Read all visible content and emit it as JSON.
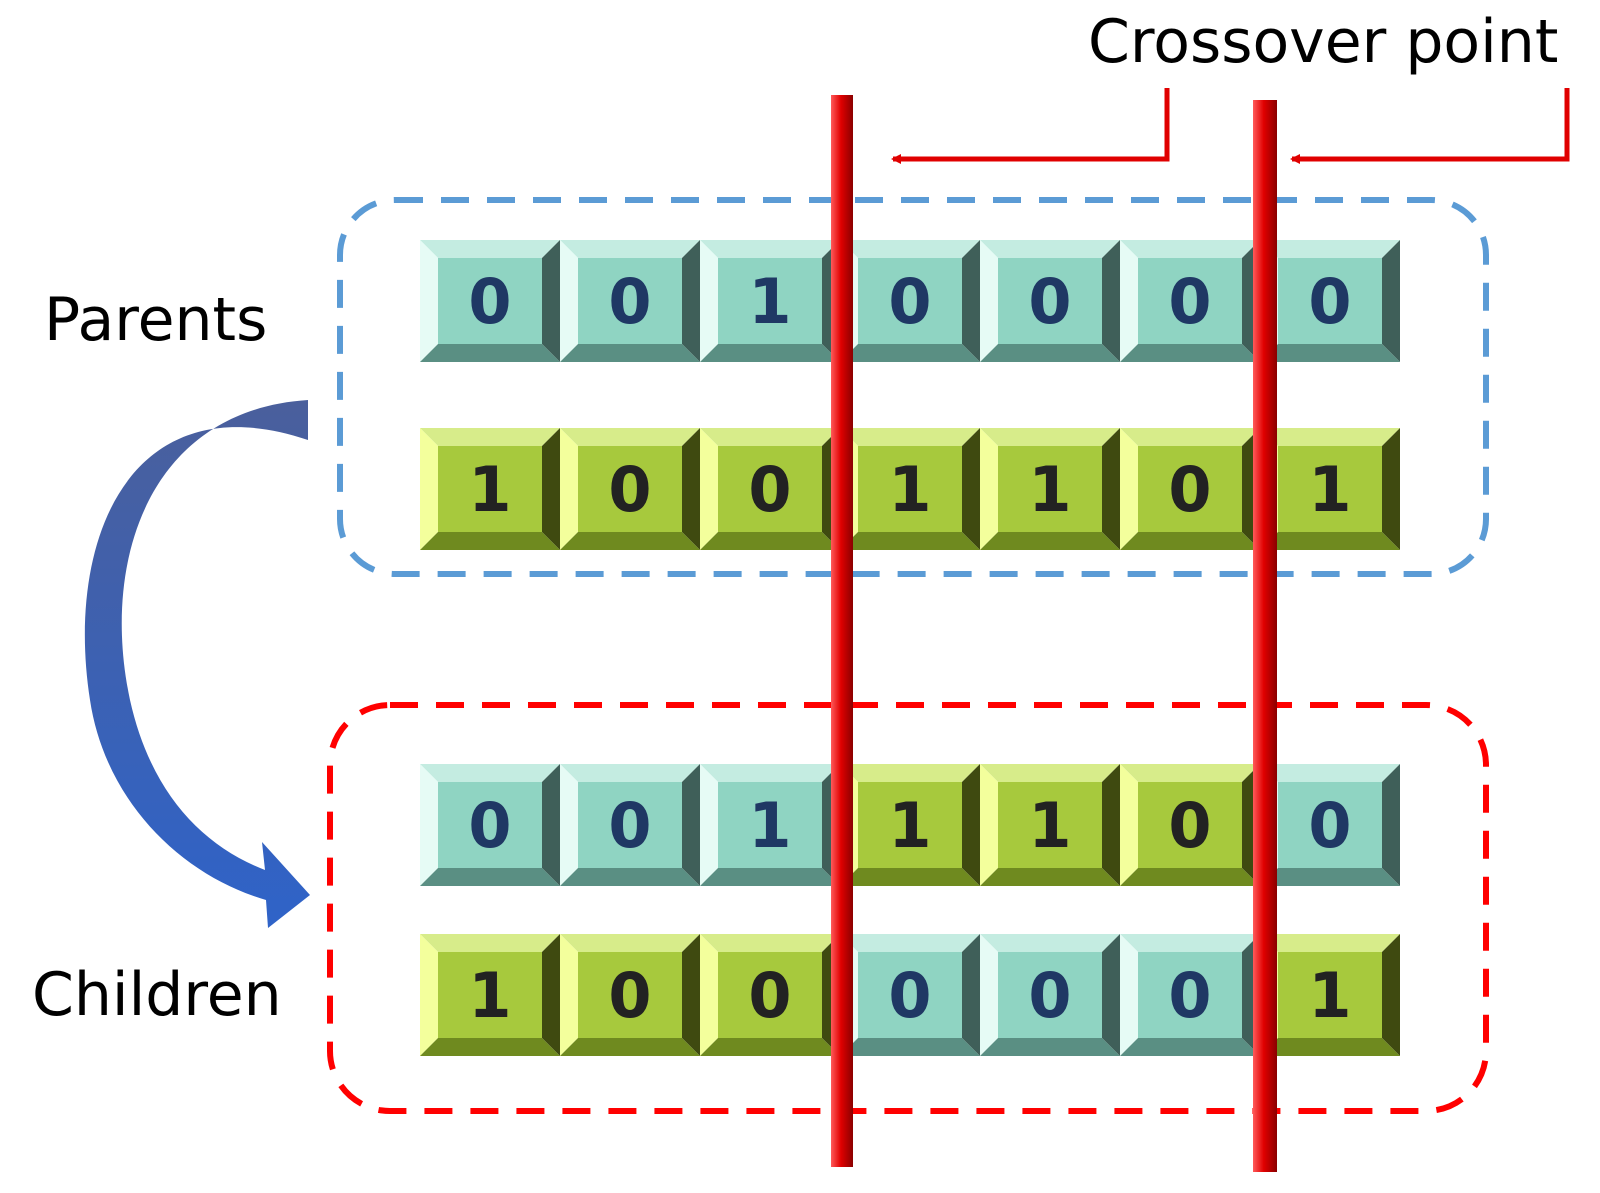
{
  "labels": {
    "crossover": "Crossover point",
    "parents": "Parents",
    "children": "Children"
  },
  "colors": {
    "teal": "#8fd4c2",
    "lime": "#a7c93d",
    "crossover_line": "#e00000",
    "parents_box": "#5b9bd5",
    "children_box": "#ff0000",
    "arrow": "#3f66b8",
    "digit_blue": "#1f3864",
    "digit_dark": "#222222"
  },
  "rows": [
    {
      "group": "parents",
      "genes": [
        {
          "v": "0",
          "c": "teal"
        },
        {
          "v": "0",
          "c": "teal"
        },
        {
          "v": "1",
          "c": "teal"
        },
        {
          "v": "0",
          "c": "teal"
        },
        {
          "v": "0",
          "c": "teal"
        },
        {
          "v": "0",
          "c": "teal"
        },
        {
          "v": "0",
          "c": "teal"
        }
      ]
    },
    {
      "group": "parents",
      "genes": [
        {
          "v": "1",
          "c": "lime"
        },
        {
          "v": "0",
          "c": "lime"
        },
        {
          "v": "0",
          "c": "lime"
        },
        {
          "v": "1",
          "c": "lime"
        },
        {
          "v": "1",
          "c": "lime"
        },
        {
          "v": "0",
          "c": "lime"
        },
        {
          "v": "1",
          "c": "lime"
        }
      ]
    },
    {
      "group": "children",
      "genes": [
        {
          "v": "0",
          "c": "teal"
        },
        {
          "v": "0",
          "c": "teal"
        },
        {
          "v": "1",
          "c": "teal"
        },
        {
          "v": "1",
          "c": "lime"
        },
        {
          "v": "1",
          "c": "lime"
        },
        {
          "v": "0",
          "c": "lime"
        },
        {
          "v": "0",
          "c": "teal"
        }
      ]
    },
    {
      "group": "children",
      "genes": [
        {
          "v": "1",
          "c": "lime"
        },
        {
          "v": "0",
          "c": "lime"
        },
        {
          "v": "0",
          "c": "lime"
        },
        {
          "v": "0",
          "c": "teal"
        },
        {
          "v": "0",
          "c": "teal"
        },
        {
          "v": "0",
          "c": "teal"
        },
        {
          "v": "1",
          "c": "lime"
        }
      ]
    }
  ]
}
